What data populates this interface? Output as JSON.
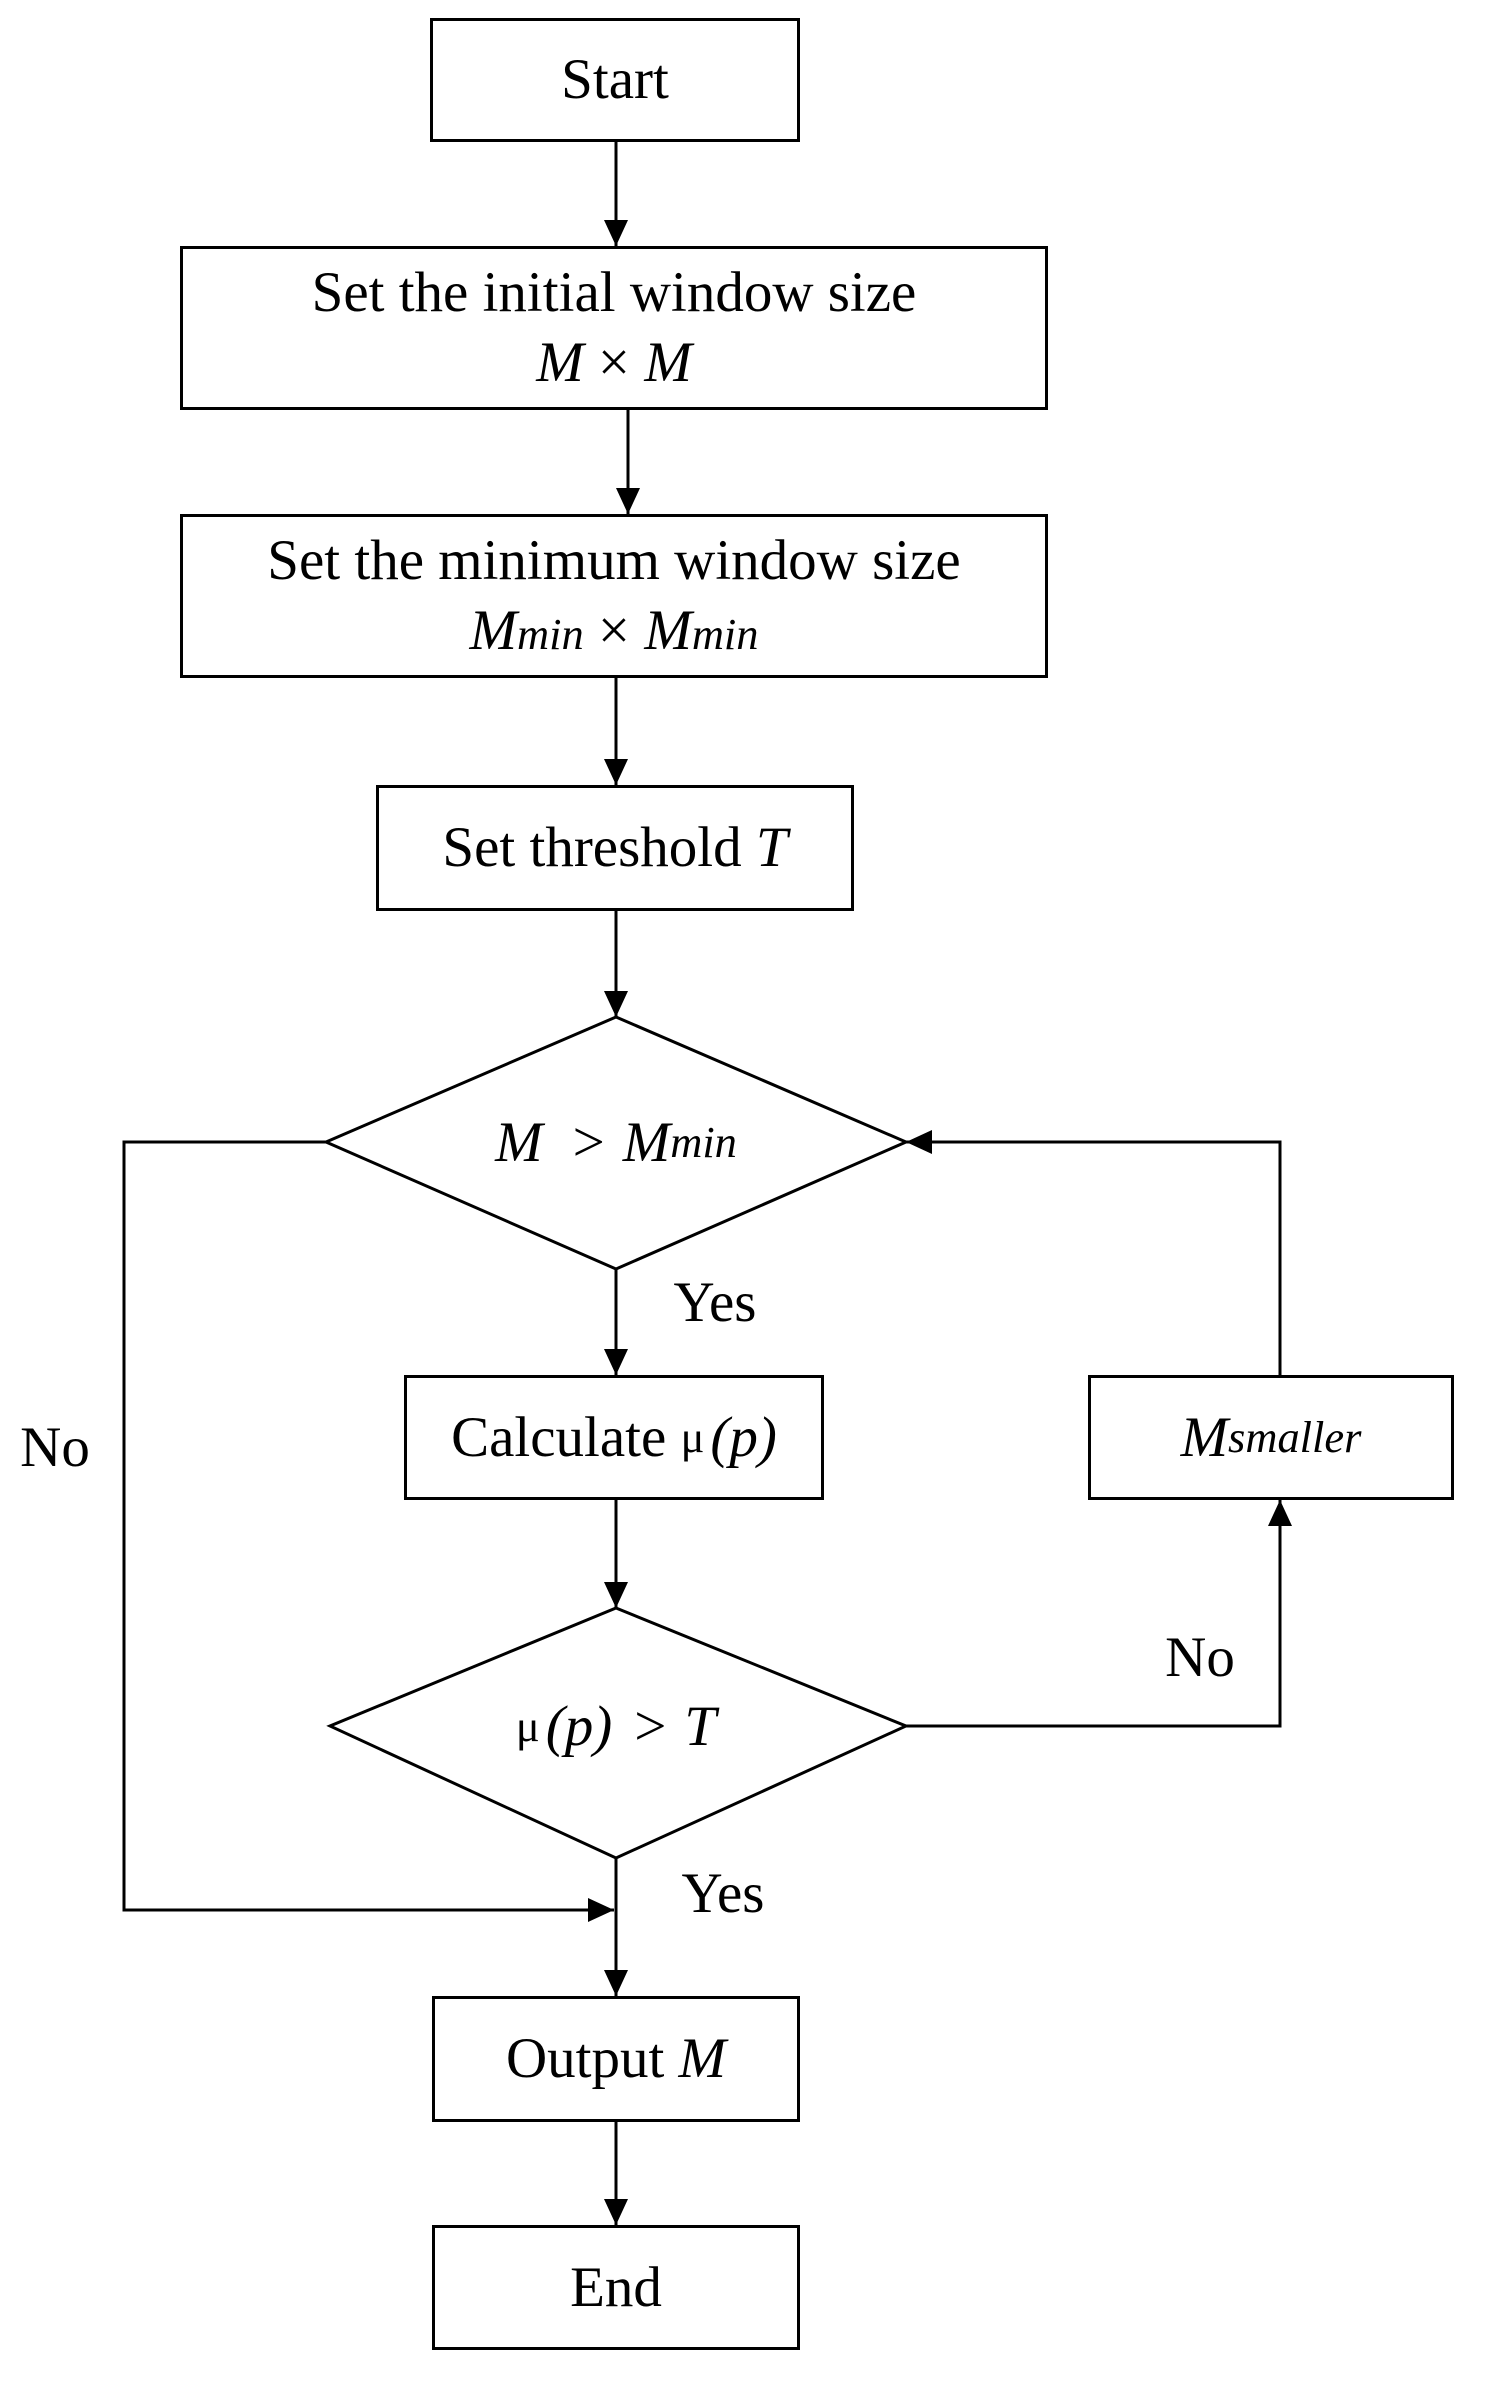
{
  "nodes": {
    "start": {
      "label": "Start"
    },
    "set_initial": {
      "line1": "Set the initial window size",
      "var_a": "M",
      "times": "×",
      "var_b": "M"
    },
    "set_minimum": {
      "line1": "Set the minimum window size",
      "var": "M",
      "sub": "min",
      "times": "×"
    },
    "set_threshold": {
      "text": "Set threshold ",
      "var": "T"
    },
    "decision_m": {
      "lhs": "M",
      "op": ">",
      "rhs": "M",
      "rhs_sub": "min"
    },
    "calculate": {
      "text": "Calculate ",
      "mu": "μ",
      "arg": "(p)"
    },
    "decision_mu": {
      "mu": "μ",
      "arg": "(p)",
      "op": ">",
      "rhs": "T"
    },
    "m_smaller": {
      "var": "M",
      "sub": "smaller"
    },
    "output": {
      "text": "Output ",
      "var": "M"
    },
    "end": {
      "label": "End"
    }
  },
  "edge_labels": {
    "yes_after_m": "Yes",
    "no_left": "No",
    "no_right": "No",
    "yes_after_mu": "Yes"
  }
}
